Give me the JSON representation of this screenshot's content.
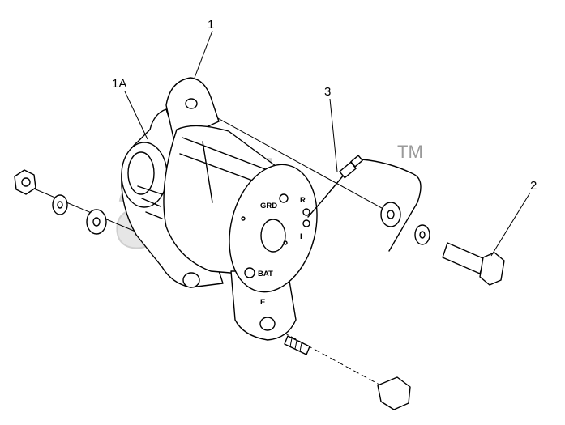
{
  "callouts": {
    "alternator": "1",
    "pulley_fan": "1A",
    "harness": "3",
    "bolt": "2"
  },
  "terminals": {
    "grd": "GRD",
    "r": "R",
    "i": "I",
    "bat": "BAT",
    "e": "E"
  },
  "watermark": {
    "text": "ahb",
    "trademark": "TM"
  }
}
